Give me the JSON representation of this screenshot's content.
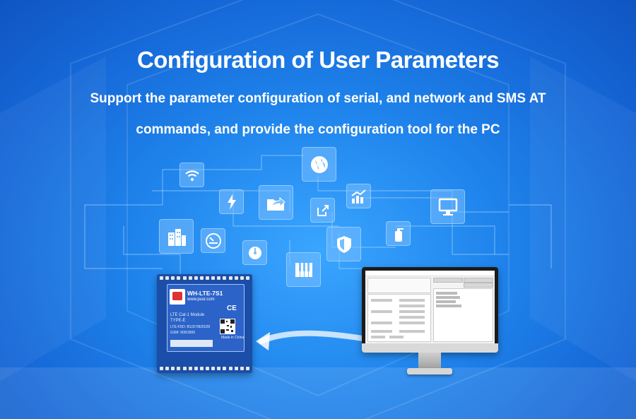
{
  "header": {
    "title": "Configuration of User Parameters",
    "subtitle_line1": "Support the parameter configuration of serial, and network and SMS AT",
    "subtitle_line2": "commands, and provide the configuration tool for the PC"
  },
  "module": {
    "model": "WH-LTE-7S1",
    "website": "www.pusr.com",
    "description": "LTE Cat-1 Module",
    "type": "TYPE-E",
    "bands": "LTE-FDD: B1/3/7/8/20/28",
    "gsm": "GSM: 900/1800",
    "origin": "Made in China"
  },
  "icons": [
    "globe-icon",
    "wifi-icon",
    "lightning-icon",
    "folder-share-icon",
    "export-icon",
    "growth-chart-icon",
    "monitor-icon",
    "buildings-icon",
    "gauge-dial-icon",
    "thermometer-dial-icon",
    "shield-icon",
    "fire-extinguisher-icon",
    "piano-keys-icon"
  ],
  "colors": {
    "background": "#1f84ec",
    "tile": "#78beff",
    "board": "#1a4ea8"
  }
}
